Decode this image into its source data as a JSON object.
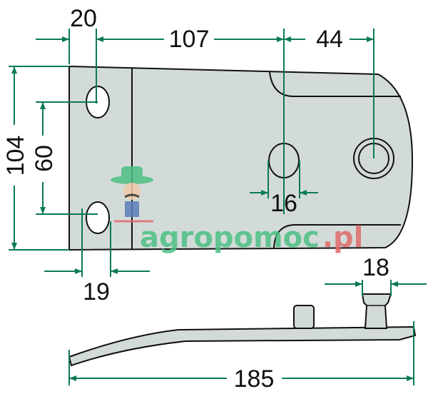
{
  "dimensions": {
    "d20": "20",
    "d107": "107",
    "d44": "44",
    "d104": "104",
    "d60": "60",
    "d19": "19",
    "d16": "16",
    "d18": "18",
    "d185": "185"
  },
  "watermark": {
    "brand": "agropomoc",
    "tld": ".pl"
  },
  "colors": {
    "dimension": "#0b7a55",
    "plate": "#d3dbd8",
    "outline": "#111111",
    "watermark_green": "#4dbf84",
    "watermark_red": "#e06b6b"
  }
}
